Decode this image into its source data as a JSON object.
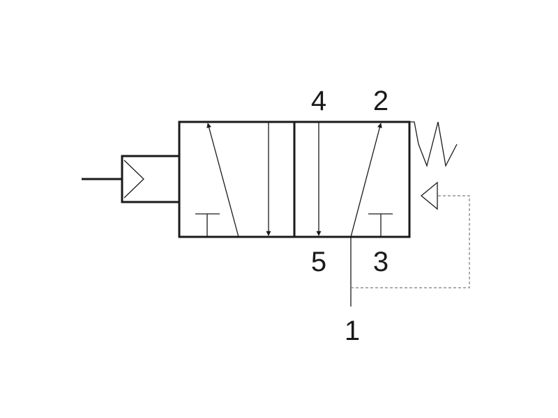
{
  "diagram": {
    "ports": {
      "port_4": "4",
      "port_2": "2",
      "port_5": "5",
      "port_3": "3",
      "port_1": "1"
    }
  }
}
